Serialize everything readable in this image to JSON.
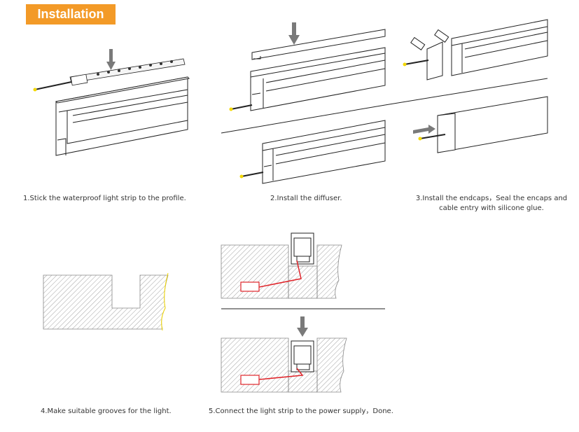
{
  "header": {
    "title": "Installation"
  },
  "colors": {
    "accent": "#f39a27",
    "wire": "#e0242a",
    "hatch": "#8a8a8a",
    "arrow": "#7a7a7a"
  },
  "steps": [
    {
      "caption": "1.Stick the waterproof light strip to the profile."
    },
    {
      "caption": "2.Install the diffuser."
    },
    {
      "caption_line1": "3.Install the endcaps，Seal the encaps and",
      "caption_line2": "cable entry with silicone glue."
    },
    {
      "caption": "4.Make suitable grooves for the light."
    },
    {
      "caption": "5.Connect the light strip to the power supply，Done."
    }
  ]
}
